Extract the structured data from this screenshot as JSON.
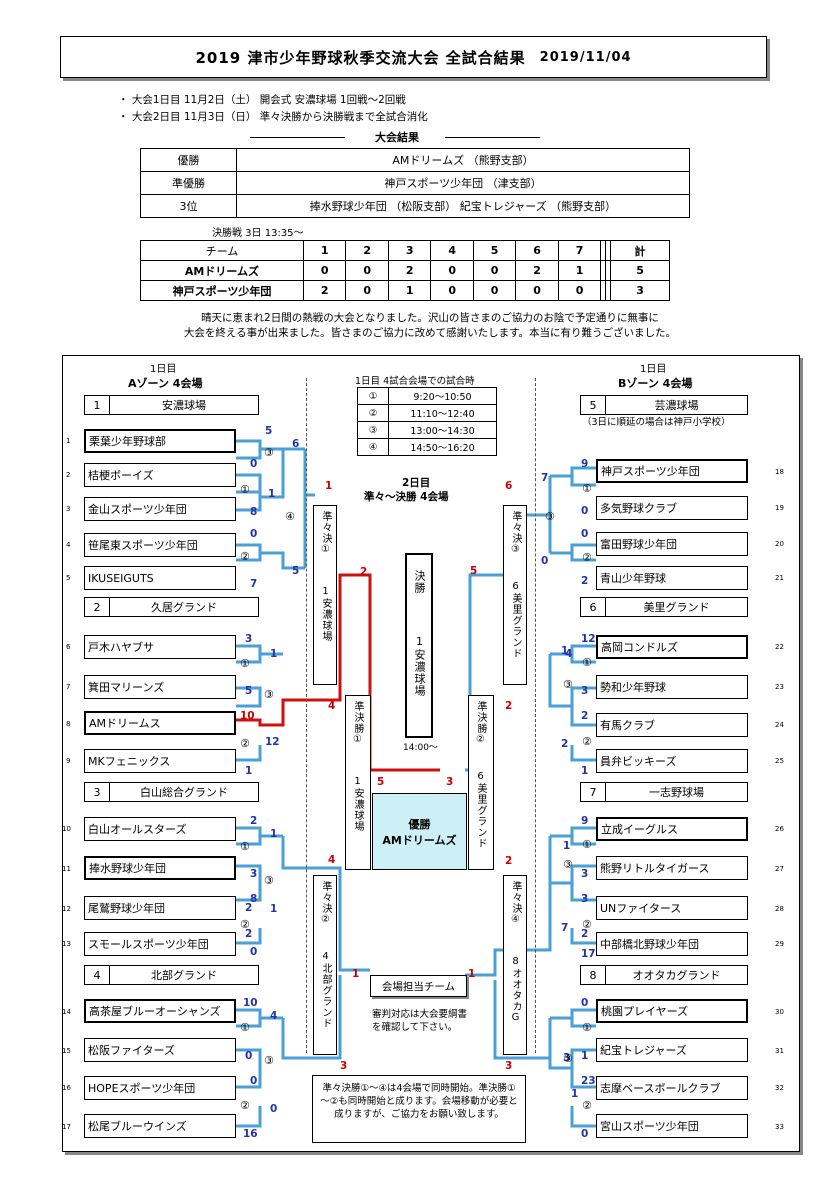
{
  "header": {
    "title": "2019 津市少年野球秋季交流大会 全試合結果",
    "date": "2019/11/04"
  },
  "notes": [
    "・ 大会1日目 11月2日（土） 開会式 安濃球場 1回戦～2回戦",
    "・ 大会2日目 11月3日（日） 準々決勝から決勝戦まで全試合消化"
  ],
  "results": {
    "heading": "大会結果",
    "rows": [
      {
        "label": "優勝",
        "value": "AMドリームズ （熊野支部）"
      },
      {
        "label": "準優勝",
        "value": "神戸スポーツ少年団 （津支部）"
      },
      {
        "label": "3位",
        "value": "捧水野球少年団 （松阪支部） 紀宝トレジャーズ （熊野支部）"
      }
    ]
  },
  "final": {
    "caption": "決勝戦 3日 13:35～",
    "header": [
      "チーム",
      "1",
      "2",
      "3",
      "4",
      "5",
      "6",
      "7",
      "",
      "",
      "計"
    ],
    "rows": [
      [
        "AMドリームズ",
        "0",
        "0",
        "2",
        "0",
        "0",
        "2",
        "1",
        "",
        "",
        "5"
      ],
      [
        "神戸スポーツ少年団",
        "2",
        "0",
        "1",
        "0",
        "0",
        "0",
        "0",
        "",
        "",
        "3"
      ]
    ]
  },
  "message": [
    "晴天に恵まれ2日間の熱戦の大会となりました。沢山の皆さまのご協力のお陰で予定通りに無事に",
    "大会を終える事が出来ました。皆さまのご協力に改めて感謝いたします。本当に有り難うございました。"
  ],
  "bracket": {
    "left_day": "1日目",
    "left_zone": "Aゾーン 4会場",
    "right_day": "1日目",
    "right_zone": "Bゾーン 4会場",
    "right_note": "（3日に順延の場合は神戸小学校）",
    "schedule_title": "1日目 4試合会場での試合時",
    "schedule": [
      {
        "no": "①",
        "time": "9:20～10:50"
      },
      {
        "no": "②",
        "time": "11:10～12:40"
      },
      {
        "no": "③",
        "time": "13:00～14:30"
      },
      {
        "no": "④",
        "time": "14:50～16:20"
      }
    ],
    "day2": "2日目",
    "day2_sub": "準々～決勝 4会場",
    "left_teams": [
      {
        "no": "1",
        "name": "栗葉少年野球部"
      },
      {
        "no": "2",
        "name": "桔梗ボーイズ"
      },
      {
        "no": "3",
        "name": "金山スポーツ少年団"
      },
      {
        "no": "4",
        "name": "笹尾東スポーツ少年団"
      },
      {
        "no": "5",
        "name": "IKUSEIGUTS"
      },
      {
        "no": "6",
        "name": "戸木ハヤブサ"
      },
      {
        "no": "7",
        "name": "箕田マリーンズ"
      },
      {
        "no": "8",
        "name": "AMドリームス"
      },
      {
        "no": "9",
        "name": "MKフェニックス"
      },
      {
        "no": "10",
        "name": "白山オールスターズ"
      },
      {
        "no": "11",
        "name": "捧水野球少年団"
      },
      {
        "no": "12",
        "name": "尾鷲野球少年団"
      },
      {
        "no": "13",
        "name": "スモールスポーツ少年団"
      },
      {
        "no": "14",
        "name": "高茶屋ブルーオーシャンズ"
      },
      {
        "no": "15",
        "name": "松阪ファイターズ"
      },
      {
        "no": "16",
        "name": "HOPEスポーツ少年団"
      },
      {
        "no": "17",
        "name": "松尾ブルーウインズ"
      }
    ],
    "right_teams": [
      {
        "no": "18",
        "name": "神戸スポーツ少年団"
      },
      {
        "no": "19",
        "name": "多気野球クラブ"
      },
      {
        "no": "20",
        "name": "富田野球少年団"
      },
      {
        "no": "21",
        "name": "青山少年野球"
      },
      {
        "no": "22",
        "name": "高岡コンドルズ"
      },
      {
        "no": "23",
        "name": "勢和少年野球"
      },
      {
        "no": "24",
        "name": "有馬クラブ"
      },
      {
        "no": "25",
        "name": "員弁ビッキーズ"
      },
      {
        "no": "26",
        "name": "立成イーグルス"
      },
      {
        "no": "27",
        "name": "熊野リトルタイガース"
      },
      {
        "no": "28",
        "name": "UNファイタース"
      },
      {
        "no": "29",
        "name": "中部橋北野球少年団"
      },
      {
        "no": "30",
        "name": "桃園プレイヤーズ"
      },
      {
        "no": "31",
        "name": "紀宝トレジャーズ"
      },
      {
        "no": "32",
        "name": "志摩ベースボールクラブ"
      },
      {
        "no": "33",
        "name": "宮山スポーツ少年団"
      }
    ],
    "left_venues": [
      {
        "no": "1",
        "name": "安濃球場"
      },
      {
        "no": "2",
        "name": "久居グランド"
      },
      {
        "no": "3",
        "name": "白山総合グランド"
      },
      {
        "no": "4",
        "name": "北部グランド"
      }
    ],
    "right_venues": [
      {
        "no": "5",
        "name": "芸濃球場"
      },
      {
        "no": "6",
        "name": "美里グランド"
      },
      {
        "no": "7",
        "name": "一志野球場"
      },
      {
        "no": "8",
        "name": "オオタカグランド"
      }
    ],
    "qf_labels": [
      "準々決①",
      "準々決②",
      "準々決③",
      "準々決④"
    ],
    "qf_venues": [
      "1安濃球場",
      "4北部グランド",
      "6美里グランド",
      "8オオタカG"
    ],
    "sf_labels": [
      "準決勝①",
      "準決勝②"
    ],
    "sf_venues": [
      "1安濃球場",
      "6美里グランド"
    ],
    "final_label": "決勝",
    "final_venue": "1安濃球場",
    "final_time": "14:00～",
    "champion_label": "優勝",
    "champion_team": "AMドリームズ",
    "venue_team_title": "会場担当チーム",
    "venue_team_note": "審判対応は大会要綱書を確認して下さい。",
    "bottom_note": "準々決勝①～④は4会場で同時開始。準決勝①～②も同時開始と成ります。会場移動が必要と成りますが、ご協力をお願い致します。",
    "scores_left": [
      "5",
      "0",
      "8",
      "0",
      "7",
      "6",
      "1",
      "5",
      "3",
      "1",
      "5",
      "10",
      "12",
      "1",
      "4",
      "2",
      "3",
      "1",
      "2",
      "8",
      "0",
      "1",
      "2",
      "4",
      "10",
      "0",
      "4",
      "0",
      "0",
      "3",
      "16"
    ],
    "scores_right": [
      "9",
      "0",
      "7",
      "0",
      "0",
      "2",
      "6",
      "5",
      "12",
      "3",
      "1",
      "4",
      "2",
      "1",
      "2",
      "2",
      "9",
      "3",
      "1",
      "3",
      "2",
      "7",
      "17",
      "2",
      "0",
      "1",
      "23",
      "0",
      "3",
      "1",
      "1",
      "3"
    ],
    "rounds_left": [
      "③",
      "①",
      "②",
      "④",
      "①",
      "③",
      "②",
      "①",
      "③",
      "②",
      "①",
      "③",
      "②"
    ],
    "rounds_right": [
      "①",
      "③",
      "②",
      "①",
      "③",
      "②",
      "①",
      "③",
      "②",
      "①",
      "③",
      "②"
    ]
  },
  "colors": {
    "blue": "#4a9fd4",
    "red": "#cc1111",
    "champion_bg": "#ccf0f5"
  }
}
